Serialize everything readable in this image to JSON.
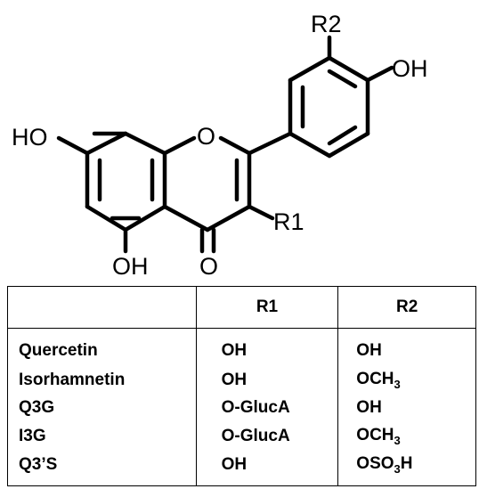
{
  "structure": {
    "labels": {
      "r2": "R2",
      "oh_top": "OH",
      "o_ring": "O",
      "ho_left": "HO",
      "r1": "R1",
      "oh_bottom": "OH",
      "o_carbonyl": "O"
    }
  },
  "table": {
    "headers": [
      "",
      "R1",
      "R2"
    ],
    "rows": [
      {
        "name": "Quercetin",
        "r1": "OH",
        "r2": "OH"
      },
      {
        "name": "Isorhamnetin",
        "r1": "OH",
        "r2": "OCH3"
      },
      {
        "name": "Q3G",
        "r1": "O-GlucA",
        "r2": "OH"
      },
      {
        "name": "I3G",
        "r1": "O-GlucA",
        "r2": "OCH3"
      },
      {
        "name": "Q3’S",
        "r1": "OH",
        "r2": "OSO3H"
      }
    ]
  }
}
